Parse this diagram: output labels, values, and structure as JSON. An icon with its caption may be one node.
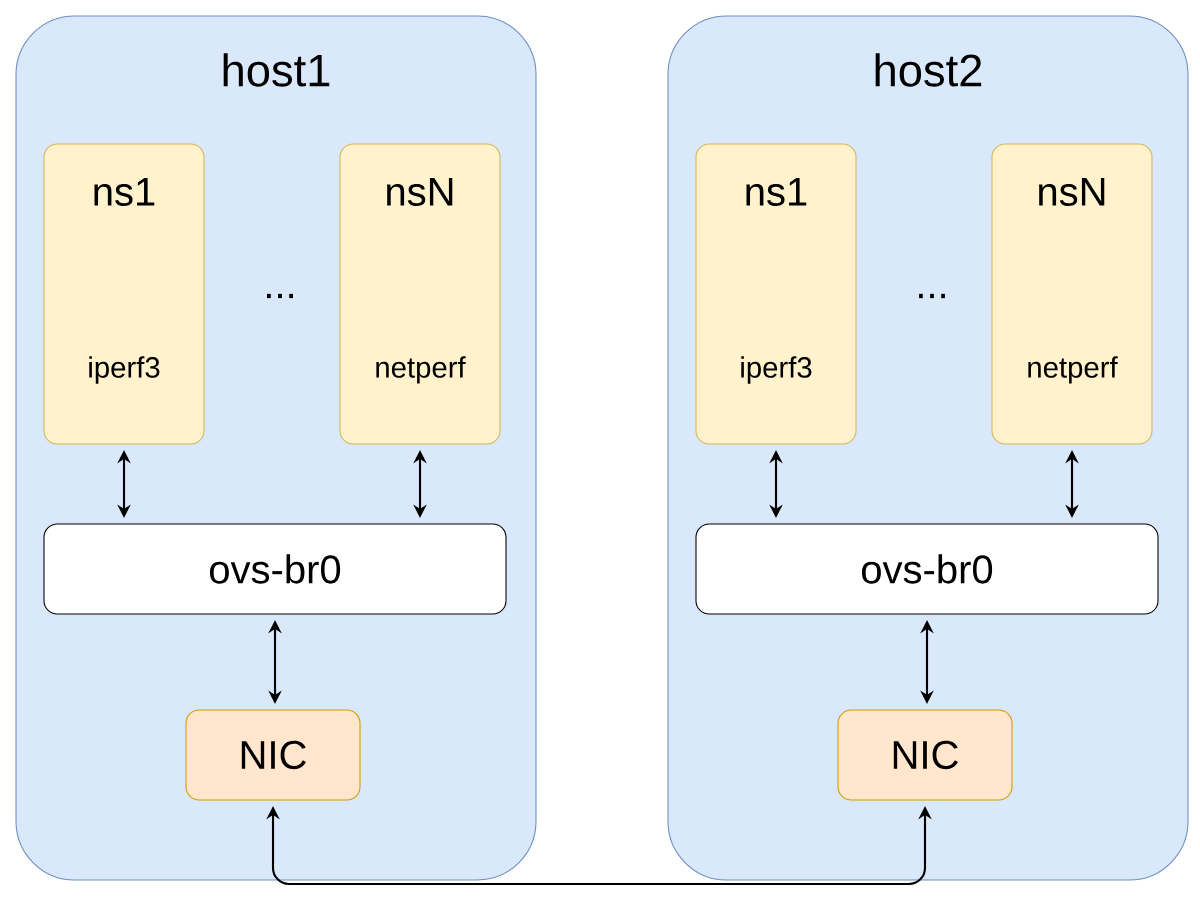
{
  "diagram": {
    "nodes": [
      {
        "text": [
          "host1"
        ]
      },
      {
        "text": [
          "ns1",
          "iperf3"
        ],
        "in": 0
      },
      {
        "text": [
          "nsN",
          "netperf"
        ],
        "in": 0
      },
      {
        "text": [
          "ovs-br0"
        ],
        "in": 0
      },
      {
        "text": [
          "NIC"
        ],
        "in": 0
      },
      {
        "text": [
          "host2"
        ]
      },
      {
        "text": [
          "ns1",
          "iperf3"
        ],
        "in": 5
      },
      {
        "text": [
          "nsN",
          "netperf"
        ],
        "in": 5
      },
      {
        "text": [
          "ovs-br0"
        ],
        "in": 5
      },
      {
        "text": [
          "NIC"
        ],
        "in": 5
      }
    ],
    "edges": [
      {
        "from": 1,
        "to": 3,
        "arrow": "both"
      },
      {
        "from": 2,
        "to": 3,
        "arrow": "both"
      },
      {
        "from": 3,
        "to": 4,
        "arrow": "both"
      },
      {
        "from": 6,
        "to": 8,
        "arrow": "both"
      },
      {
        "from": 7,
        "to": 8,
        "arrow": "both"
      },
      {
        "from": 8,
        "to": 9,
        "arrow": "both"
      },
      {
        "from": 4,
        "to": 9,
        "arrow": "both"
      }
    ],
    "labels": [
      "...",
      "..."
    ]
  }
}
